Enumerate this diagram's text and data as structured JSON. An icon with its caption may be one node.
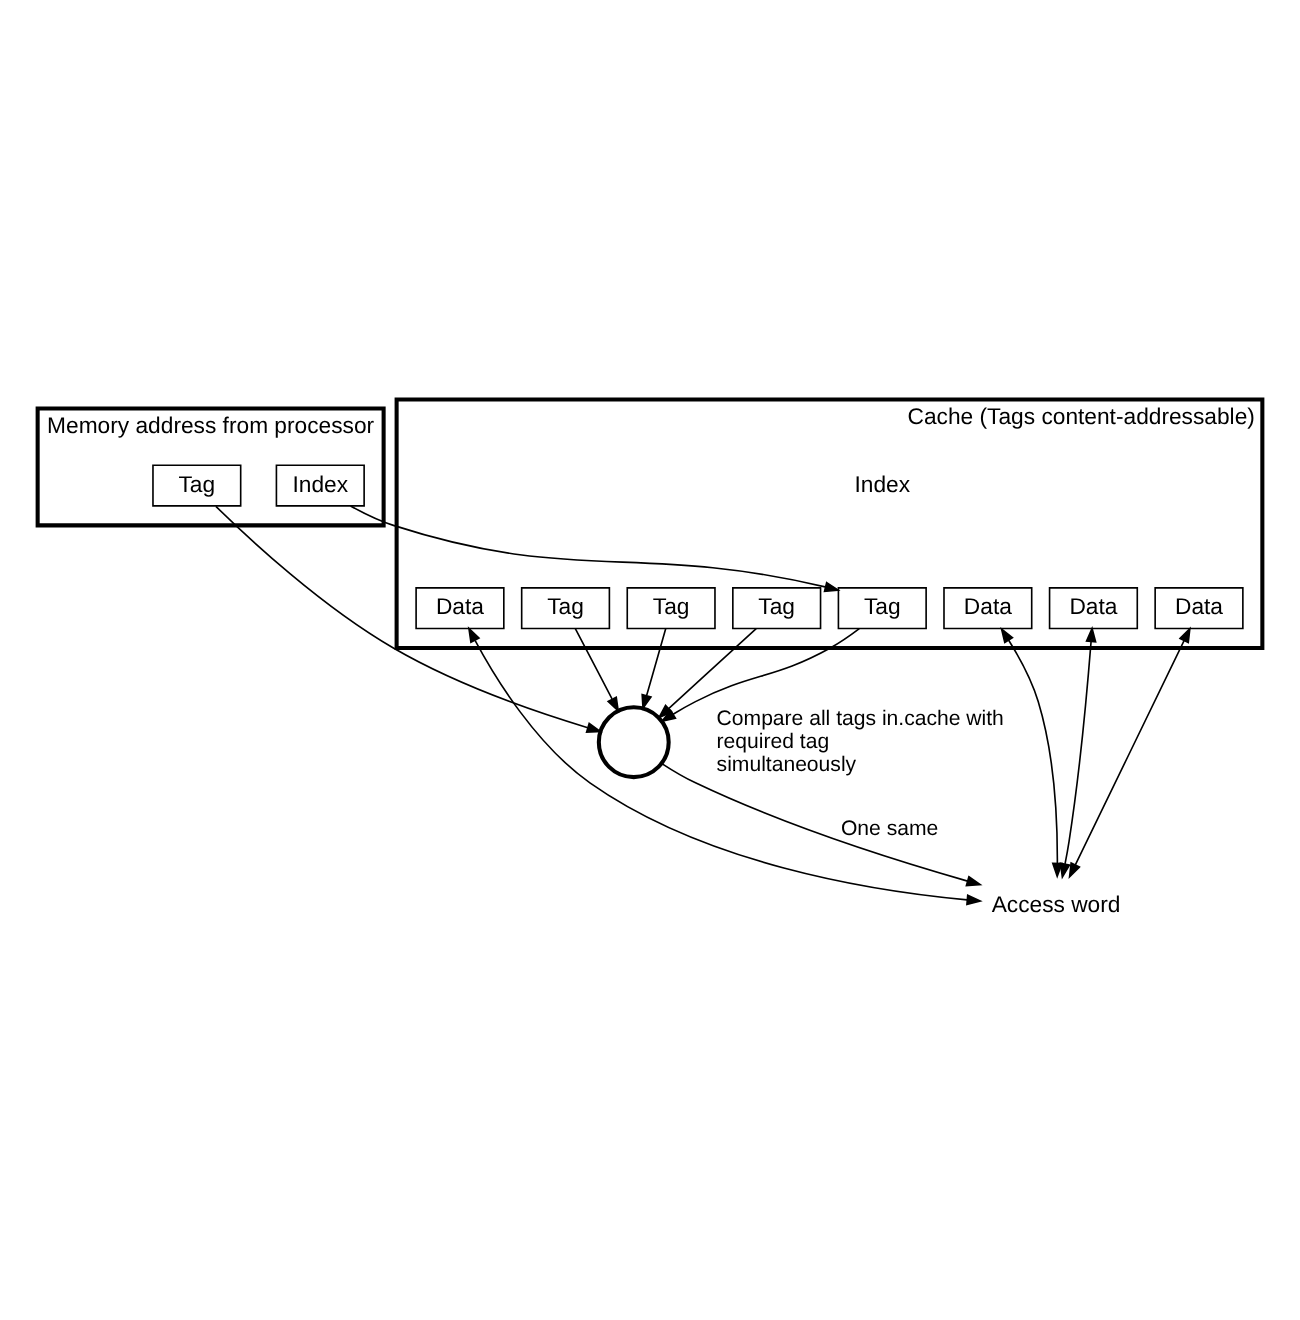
{
  "diagram": {
    "nodes": [
      {
        "text": [
          "Memory address from processor"
        ]
      },
      {
        "text": [
          "Tag"
        ],
        "in": 0
      },
      {
        "text": [
          "Index"
        ],
        "in": 0
      },
      {
        "text": [
          "Cache (Tags content-addressable)"
        ]
      },
      {
        "text": [
          "Tag"
        ],
        "in": 3
      },
      {
        "text": [
          "Data"
        ],
        "in": 3
      },
      {
        "text": [
          "Tag"
        ],
        "in": 3
      },
      {
        "text": [
          "Data"
        ],
        "in": 3
      },
      {
        "text": [
          "Tag"
        ],
        "in": 3
      },
      {
        "text": [
          "Data"
        ],
        "in": 3
      },
      {
        "text": [
          "Tag"
        ],
        "in": 3
      },
      {
        "text": [
          "Data"
        ],
        "in": 3
      },
      {
        "text": [],
        "shape": "circle",
        "beside": [
          "Compare all tags in.cache with required tag simultaneously"
        ]
      },
      {
        "text": [
          "Access word"
        ]
      }
    ],
    "edges": [
      {
        "from": 1,
        "to": 12,
        "arrow": "to"
      },
      {
        "from": 2,
        "to": 4,
        "arrow": "to"
      },
      {
        "from": 4,
        "to": 12,
        "arrow": "to"
      },
      {
        "from": 6,
        "to": 12,
        "arrow": "to"
      },
      {
        "from": 8,
        "to": 12,
        "arrow": "to"
      },
      {
        "from": 10,
        "to": 12,
        "arrow": "to"
      },
      {
        "from": 5,
        "to": 13,
        "arrow": "both"
      },
      {
        "from": 7,
        "to": 13,
        "arrow": "both"
      },
      {
        "from": 9,
        "to": 13,
        "arrow": "both"
      },
      {
        "from": 11,
        "to": 13,
        "arrow": "both"
      },
      {
        "from": 12,
        "to": 13,
        "arrow": "to",
        "label": "One same"
      }
    ],
    "labels": [
      "Index"
    ]
  }
}
